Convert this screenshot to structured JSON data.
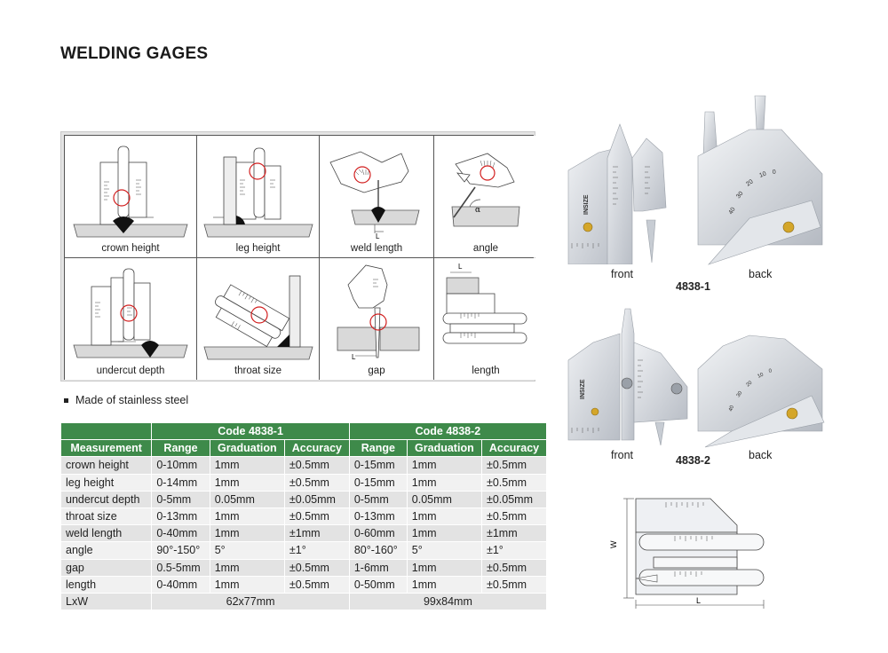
{
  "page_title": "WELDING GAGES",
  "usage": [
    {
      "caption": "crown height"
    },
    {
      "caption": "leg height"
    },
    {
      "caption": "weld length"
    },
    {
      "caption": "angle"
    },
    {
      "caption": "undercut depth"
    },
    {
      "caption": "throat size"
    },
    {
      "caption": "gap"
    },
    {
      "caption": "length"
    }
  ],
  "feature_note": "Made of stainless steel",
  "table": {
    "code_1": "Code 4838-1",
    "code_2": "Code 4838-2",
    "headers": [
      "Measurement",
      "Range",
      "Graduation",
      "Accuracy",
      "Range",
      "Graduation",
      "Accuracy"
    ],
    "rows": [
      [
        "crown height",
        "0-10mm",
        "1mm",
        "±0.5mm",
        "0-15mm",
        "1mm",
        "±0.5mm"
      ],
      [
        "leg height",
        "0-14mm",
        "1mm",
        "±0.5mm",
        "0-15mm",
        "1mm",
        "±0.5mm"
      ],
      [
        "undercut depth",
        "0-5mm",
        "0.05mm",
        "±0.05mm",
        "0-5mm",
        "0.05mm",
        "±0.05mm"
      ],
      [
        "throat size",
        "0-13mm",
        "1mm",
        "±0.5mm",
        "0-13mm",
        "1mm",
        "±0.5mm"
      ],
      [
        "weld length",
        "0-40mm",
        "1mm",
        "±1mm",
        "0-60mm",
        "1mm",
        "±1mm"
      ],
      [
        "angle",
        "90°-150°",
        "5°",
        "±1°",
        "80°-160°",
        "5°",
        "±1°"
      ],
      [
        "gap",
        "0.5-5mm",
        "1mm",
        "±0.5mm",
        "1-6mm",
        "1mm",
        "±0.5mm"
      ],
      [
        "length",
        "0-40mm",
        "1mm",
        "±0.5mm",
        "0-50mm",
        "1mm",
        "±0.5mm"
      ]
    ],
    "lxw_label": "LxW",
    "lxw_1": "62x77mm",
    "lxw_2": "99x84mm"
  },
  "photos": {
    "front_label_1": "front",
    "back_label_1": "back",
    "model_1": "4838-1",
    "front_label_2": "front",
    "back_label_2": "back",
    "model_2": "4838-2",
    "brand_mark": "INSIZE"
  },
  "drawing": {
    "w_label": "W",
    "l_label": "L"
  },
  "colors": {
    "table_header_green": "#3e8a4a",
    "row_shade": "#e3e3e3",
    "steel": "#d9dde2",
    "weld_black": "#111111",
    "marker_red": "#d21f1f",
    "knob_brass": "#d4a62a"
  }
}
